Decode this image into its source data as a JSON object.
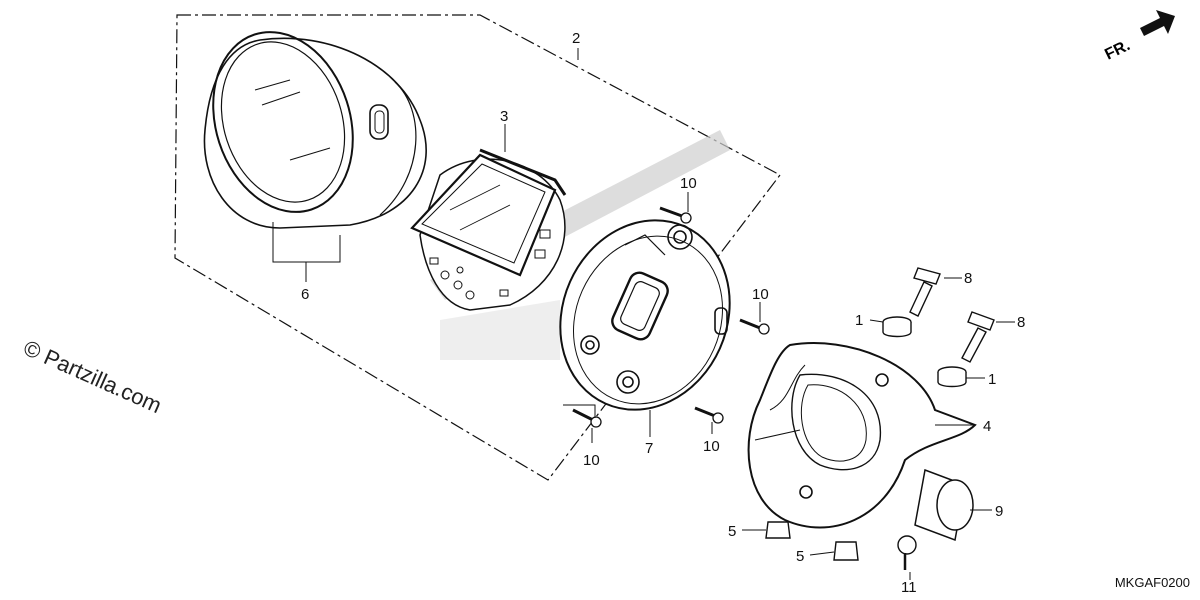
{
  "watermark": "© Partzilla.com",
  "direction_label": "FR.",
  "ref_code": "MKGAF0200",
  "callouts": [
    {
      "id": "c2",
      "text": "2"
    },
    {
      "id": "c3",
      "text": "3"
    },
    {
      "id": "c6",
      "text": "6"
    },
    {
      "id": "c10a",
      "text": "10"
    },
    {
      "id": "c10b",
      "text": "10"
    },
    {
      "id": "c10c",
      "text": "10"
    },
    {
      "id": "c10d",
      "text": "10"
    },
    {
      "id": "c7",
      "text": "7"
    },
    {
      "id": "c8a",
      "text": "8"
    },
    {
      "id": "c8b",
      "text": "8"
    },
    {
      "id": "c1a",
      "text": "1"
    },
    {
      "id": "c1b",
      "text": "1"
    },
    {
      "id": "c4",
      "text": "4"
    },
    {
      "id": "c9",
      "text": "9"
    },
    {
      "id": "c5a",
      "text": "5"
    },
    {
      "id": "c5b",
      "text": "5"
    },
    {
      "id": "c11",
      "text": "11"
    }
  ]
}
